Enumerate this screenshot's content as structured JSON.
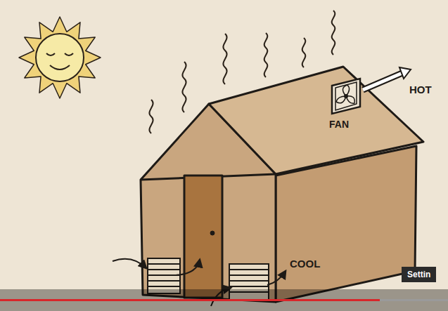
{
  "diagram": {
    "labels": [
      "FAN",
      "HOT",
      "COOL",
      "Settin"
    ]
  }
}
